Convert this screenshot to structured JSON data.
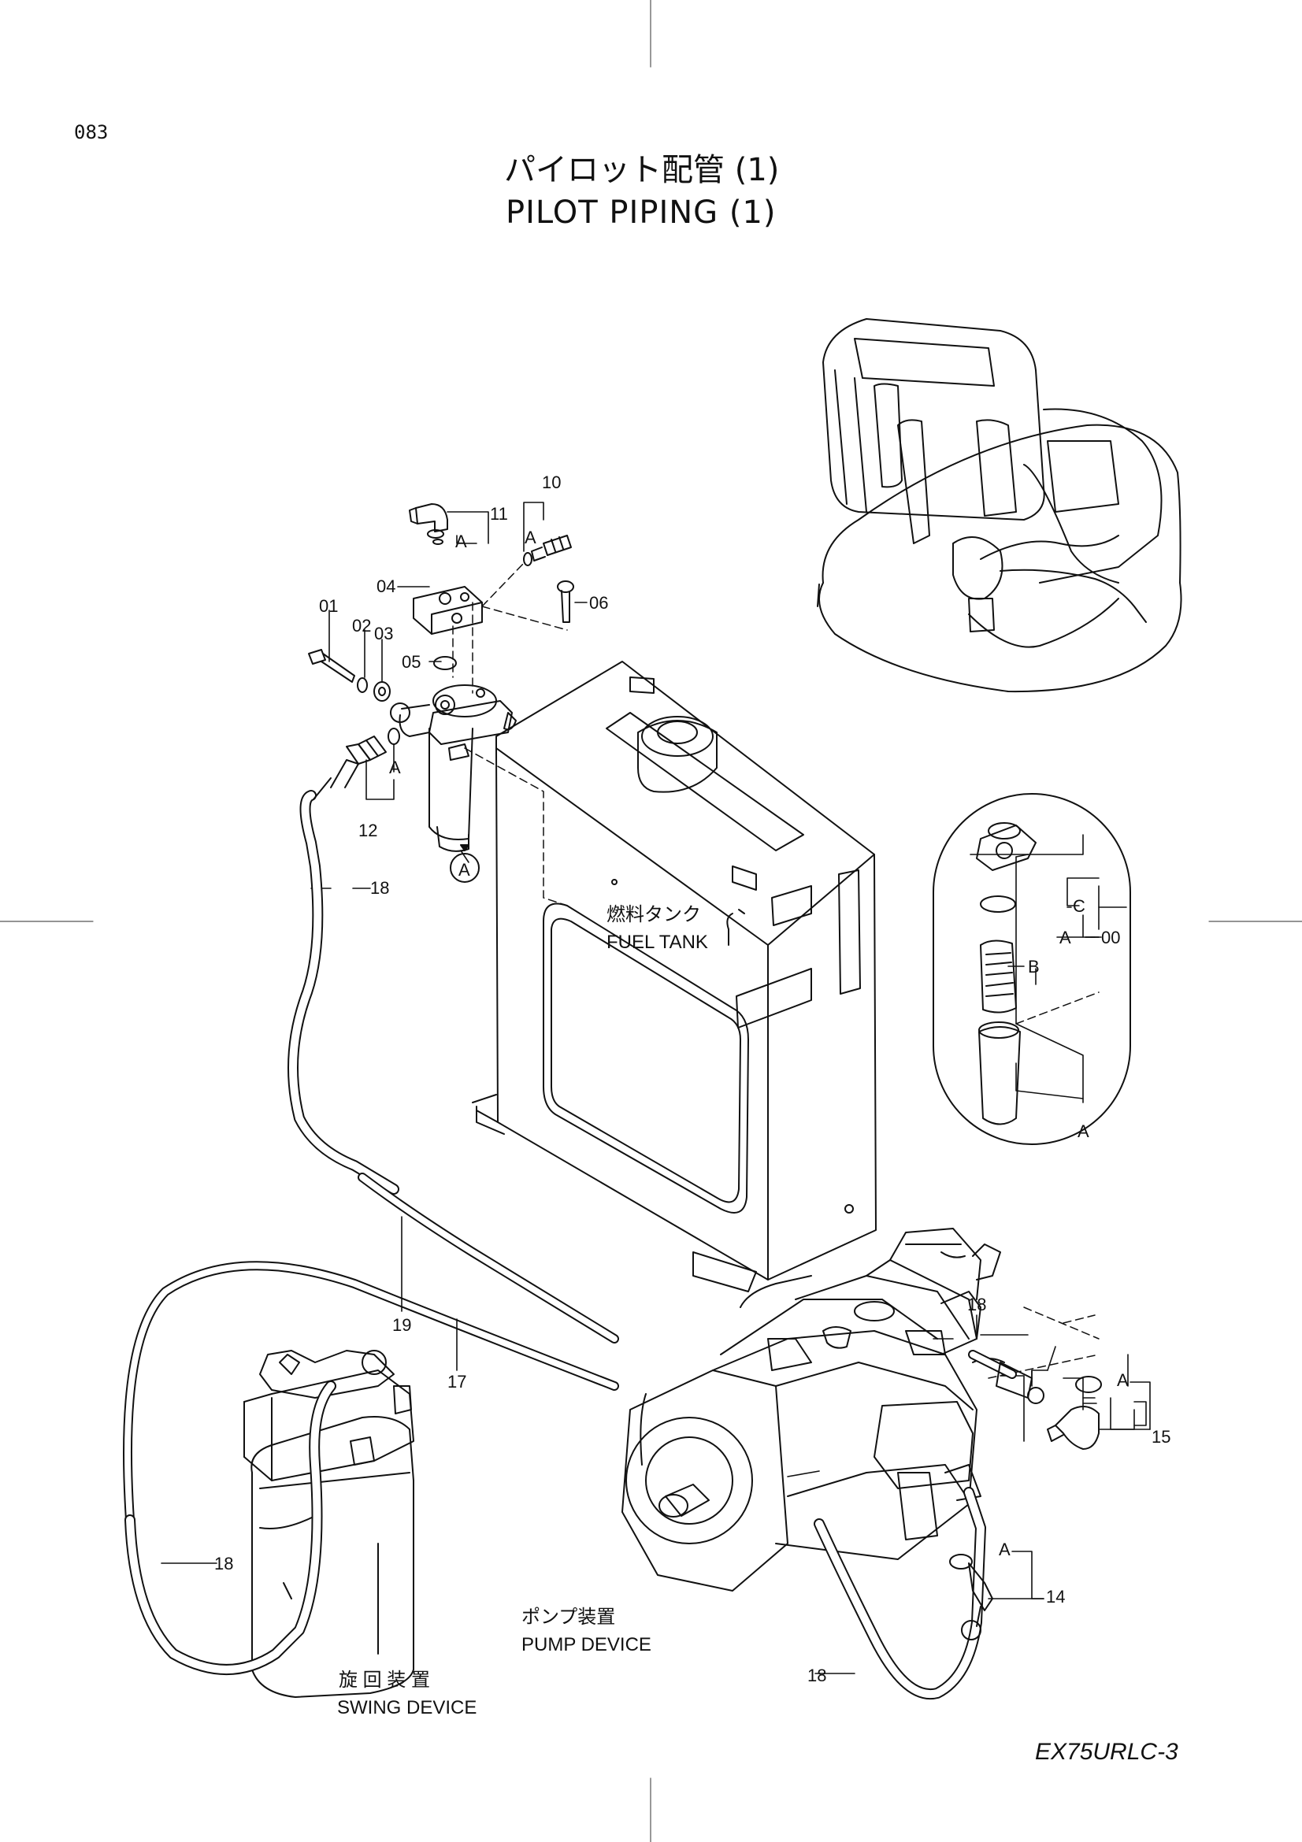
{
  "header": {
    "page_number": "083",
    "title_ja": "パイロット配管 (1)",
    "title_en": "PILOT  PIPING  (1)"
  },
  "footer": {
    "model": "EX75URLC-3"
  },
  "components": {
    "fuel_tank_ja": "燃料タンク",
    "fuel_tank_en": "FUEL TANK",
    "pump_ja": "ポンプ装置",
    "pump_en": "PUMP  DEVICE",
    "swing_ja": "旋 回 装 置",
    "swing_en": "SWING  DEVICE"
  },
  "callouts": {
    "p01": "01",
    "p02": "02",
    "p03": "03",
    "p04": "04",
    "p05": "05",
    "p06": "06",
    "p10": "10",
    "p11": "11",
    "p12": "12",
    "p14": "14",
    "p15": "15",
    "p17": "17",
    "p18a": "18",
    "p18b": "18",
    "p18c": "18",
    "p18d": "18",
    "p19": "19",
    "p00": "00",
    "a_11": "A",
    "a_10": "A",
    "a_12": "A",
    "a_14": "A",
    "a_15": "A",
    "a_circle": "A",
    "a_detail": "A",
    "a_group": "A",
    "b_detail": "B",
    "c_detail": "C"
  }
}
